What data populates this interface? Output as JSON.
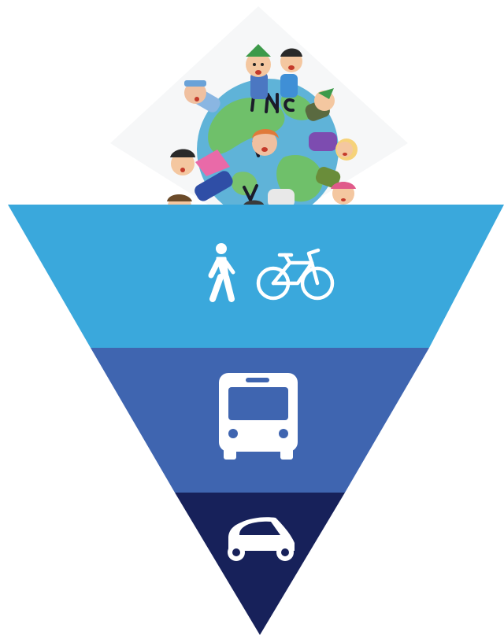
{
  "diagram": {
    "kind": "inverted-pyramid",
    "tiers": [
      {
        "name": "active-travel",
        "icons": [
          "pedestrian-icon",
          "bicycle-icon"
        ],
        "color": "#3aa8dc"
      },
      {
        "name": "public-transport",
        "icons": [
          "bus-icon"
        ],
        "color": "#3f65b0"
      },
      {
        "name": "private-car",
        "icons": [
          "car-icon"
        ],
        "color": "#17215a"
      }
    ],
    "top_image": {
      "name": "globe-with-children-illustration",
      "lettering": "INCLUSIVE"
    },
    "icon_color": "#ffffff"
  }
}
